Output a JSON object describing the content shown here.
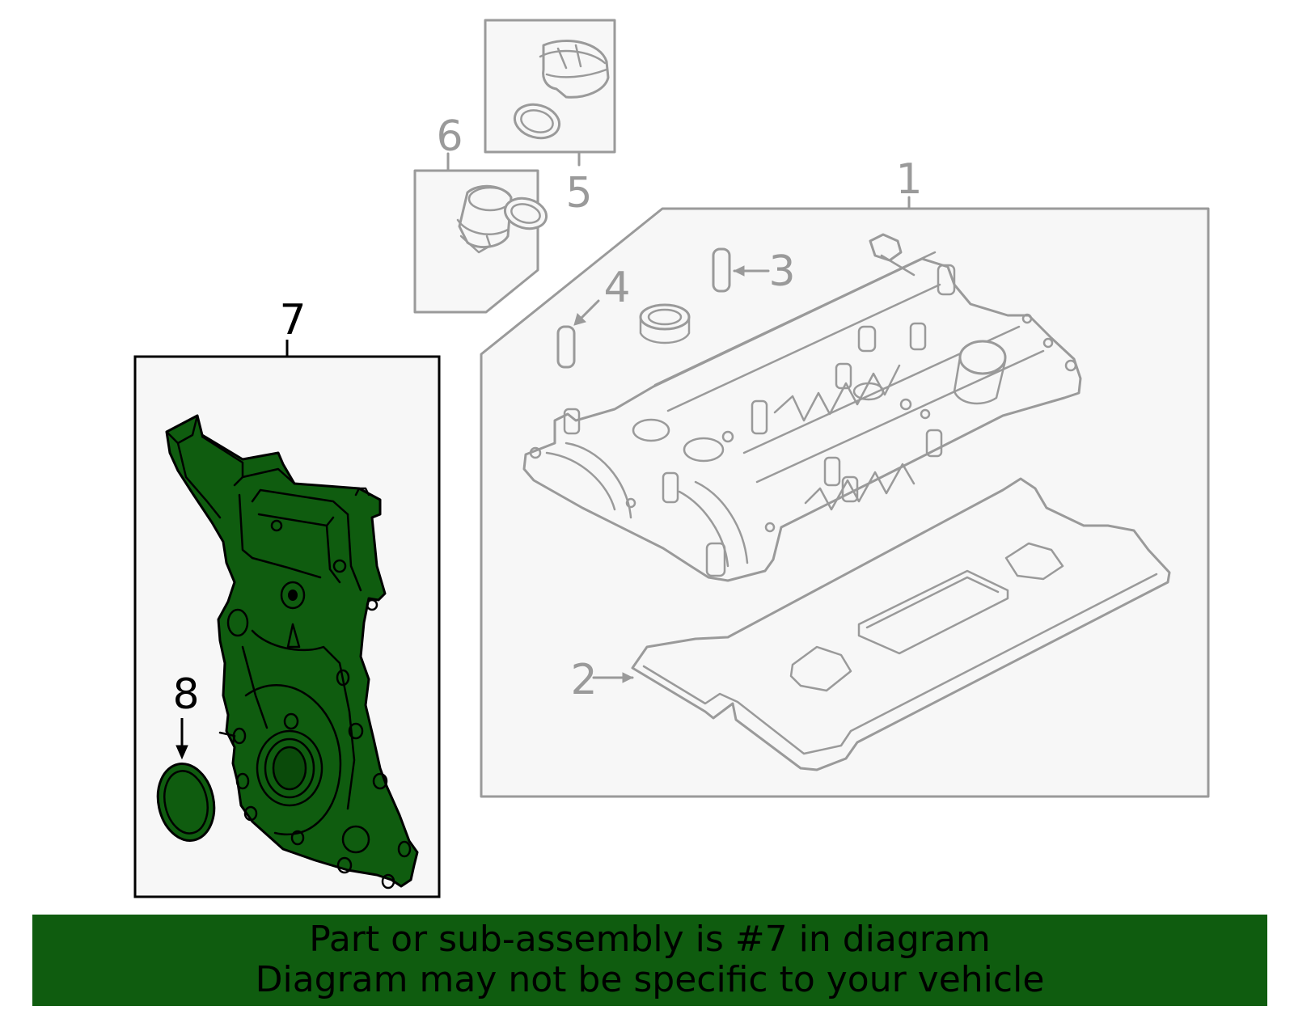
{
  "callouts": {
    "c1": "1",
    "c2": "2",
    "c3": "3",
    "c4": "4",
    "c5": "5",
    "c6": "6",
    "c7": "7",
    "c8": "8"
  },
  "banner": {
    "line1": "Part or sub-assembly is #7 in diagram",
    "line2": "Diagram may not be specific to your vehicle"
  },
  "colors": {
    "highlight": "#0f5c0f",
    "unselected_outline": "#9a9a9a",
    "selected_outline": "#000000"
  }
}
